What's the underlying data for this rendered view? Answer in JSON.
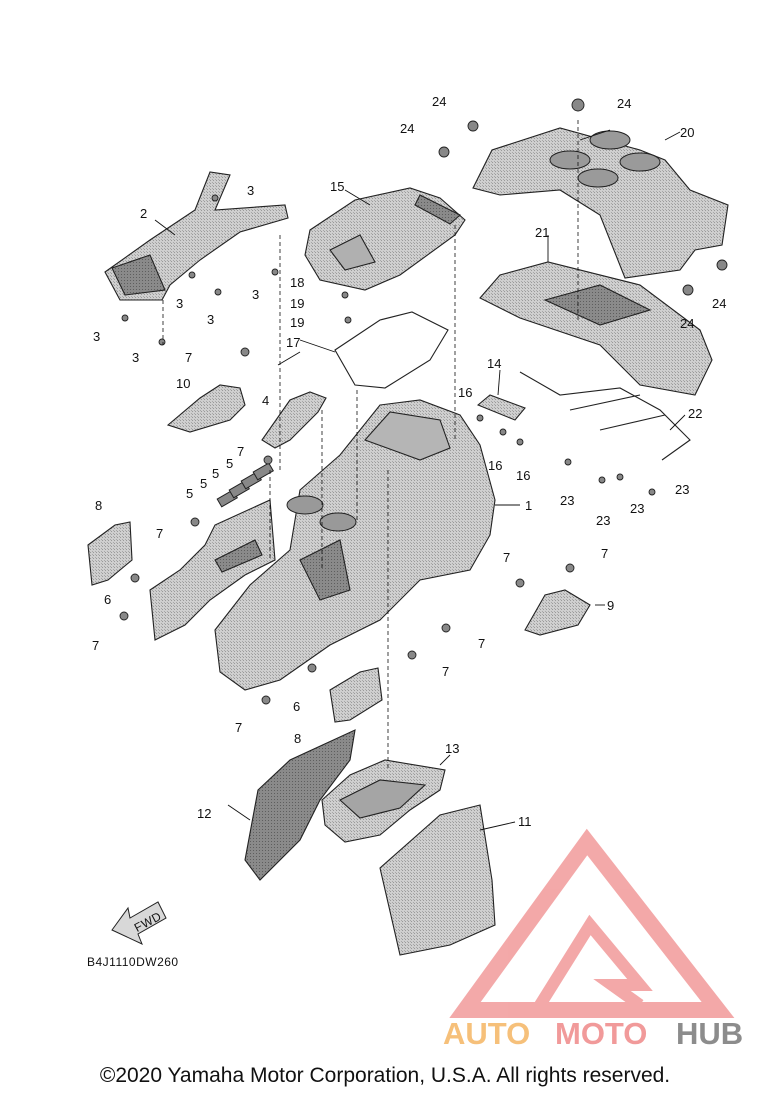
{
  "diagram_code": "B4J1110DW260",
  "fwd_label": "FWD",
  "copyright": "©2020 Yamaha Motor Corporation, U.S.A. All rights reserved.",
  "watermark": {
    "part1": "AUTO",
    "part2": "MOTO",
    "part3": "HUB",
    "color1": "#f6c07a",
    "color2": "#f19a9a",
    "color3": "#8c8c8c"
  },
  "colors": {
    "part_fill": "#c9c9c9",
    "part_dark": "#8e8e8e",
    "part_light": "#e4e4e4"
  },
  "callouts": [
    "1",
    "2",
    "3",
    "4",
    "5",
    "6",
    "7",
    "8",
    "9",
    "10",
    "11",
    "12",
    "13",
    "14",
    "15",
    "16",
    "17",
    "18",
    "19",
    "20",
    "21",
    "22",
    "23",
    "24"
  ]
}
